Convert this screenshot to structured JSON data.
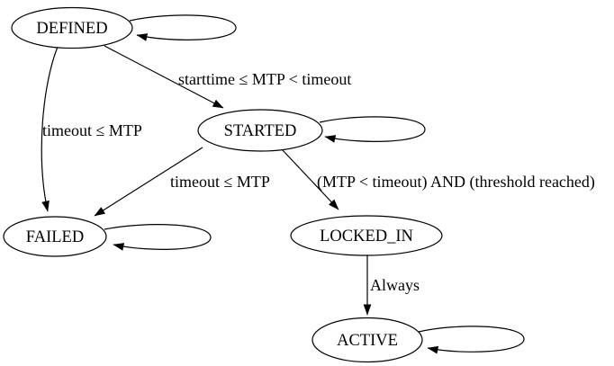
{
  "diagram": {
    "type": "state-machine",
    "background_color": "#ffffff",
    "line_color": "#000000",
    "text_color": "#000000",
    "nodes": {
      "defined": "DEFINED",
      "started": "STARTED",
      "failed": "FAILED",
      "locked_in": "LOCKED_IN",
      "active": "ACTIVE"
    },
    "edge_labels": {
      "defined_started": "starttime ≤ MTP < timeout",
      "defined_failed": "timeout ≤ MTP",
      "started_failed": "timeout ≤ MTP",
      "started_locked_in": "(MTP < timeout) AND (threshold reached)",
      "locked_in_active": "Always"
    },
    "transitions": [
      {
        "from": "DEFINED",
        "to": "DEFINED",
        "label": ""
      },
      {
        "from": "DEFINED",
        "to": "STARTED",
        "label": "starttime ≤ MTP < timeout"
      },
      {
        "from": "DEFINED",
        "to": "FAILED",
        "label": "timeout ≤ MTP"
      },
      {
        "from": "STARTED",
        "to": "STARTED",
        "label": ""
      },
      {
        "from": "STARTED",
        "to": "FAILED",
        "label": "timeout ≤ MTP"
      },
      {
        "from": "STARTED",
        "to": "LOCKED_IN",
        "label": "(MTP < timeout) AND (threshold reached)"
      },
      {
        "from": "FAILED",
        "to": "FAILED",
        "label": ""
      },
      {
        "from": "LOCKED_IN",
        "to": "ACTIVE",
        "label": "Always"
      },
      {
        "from": "ACTIVE",
        "to": "ACTIVE",
        "label": ""
      }
    ]
  }
}
